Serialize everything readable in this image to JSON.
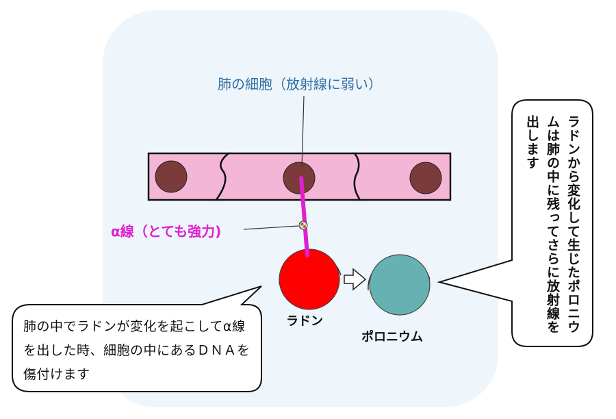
{
  "colors": {
    "background_panel": "#eef6fc",
    "cell_fill": "#f4b6d6",
    "nucleus": "#7b3b3b",
    "alpha_ray": "#e020d0",
    "radon": "#ff0000",
    "polonium": "#66b2b2",
    "lung_label": "#2e6da4"
  },
  "labels": {
    "lung_cell": "肺の細胞（放射線に弱い）",
    "alpha_ray": "α線（とても強力)",
    "radon": "ラドン",
    "polonium": "ポロニウム"
  },
  "callouts": {
    "left": "肺の中でラドンが変化を起こしてα線を出した時、細胞の中にあるＤＮＡを傷付けます",
    "right": "ラドンから変化して生じたポロニウムは肺の中に残ってさらに放射線を出します"
  }
}
